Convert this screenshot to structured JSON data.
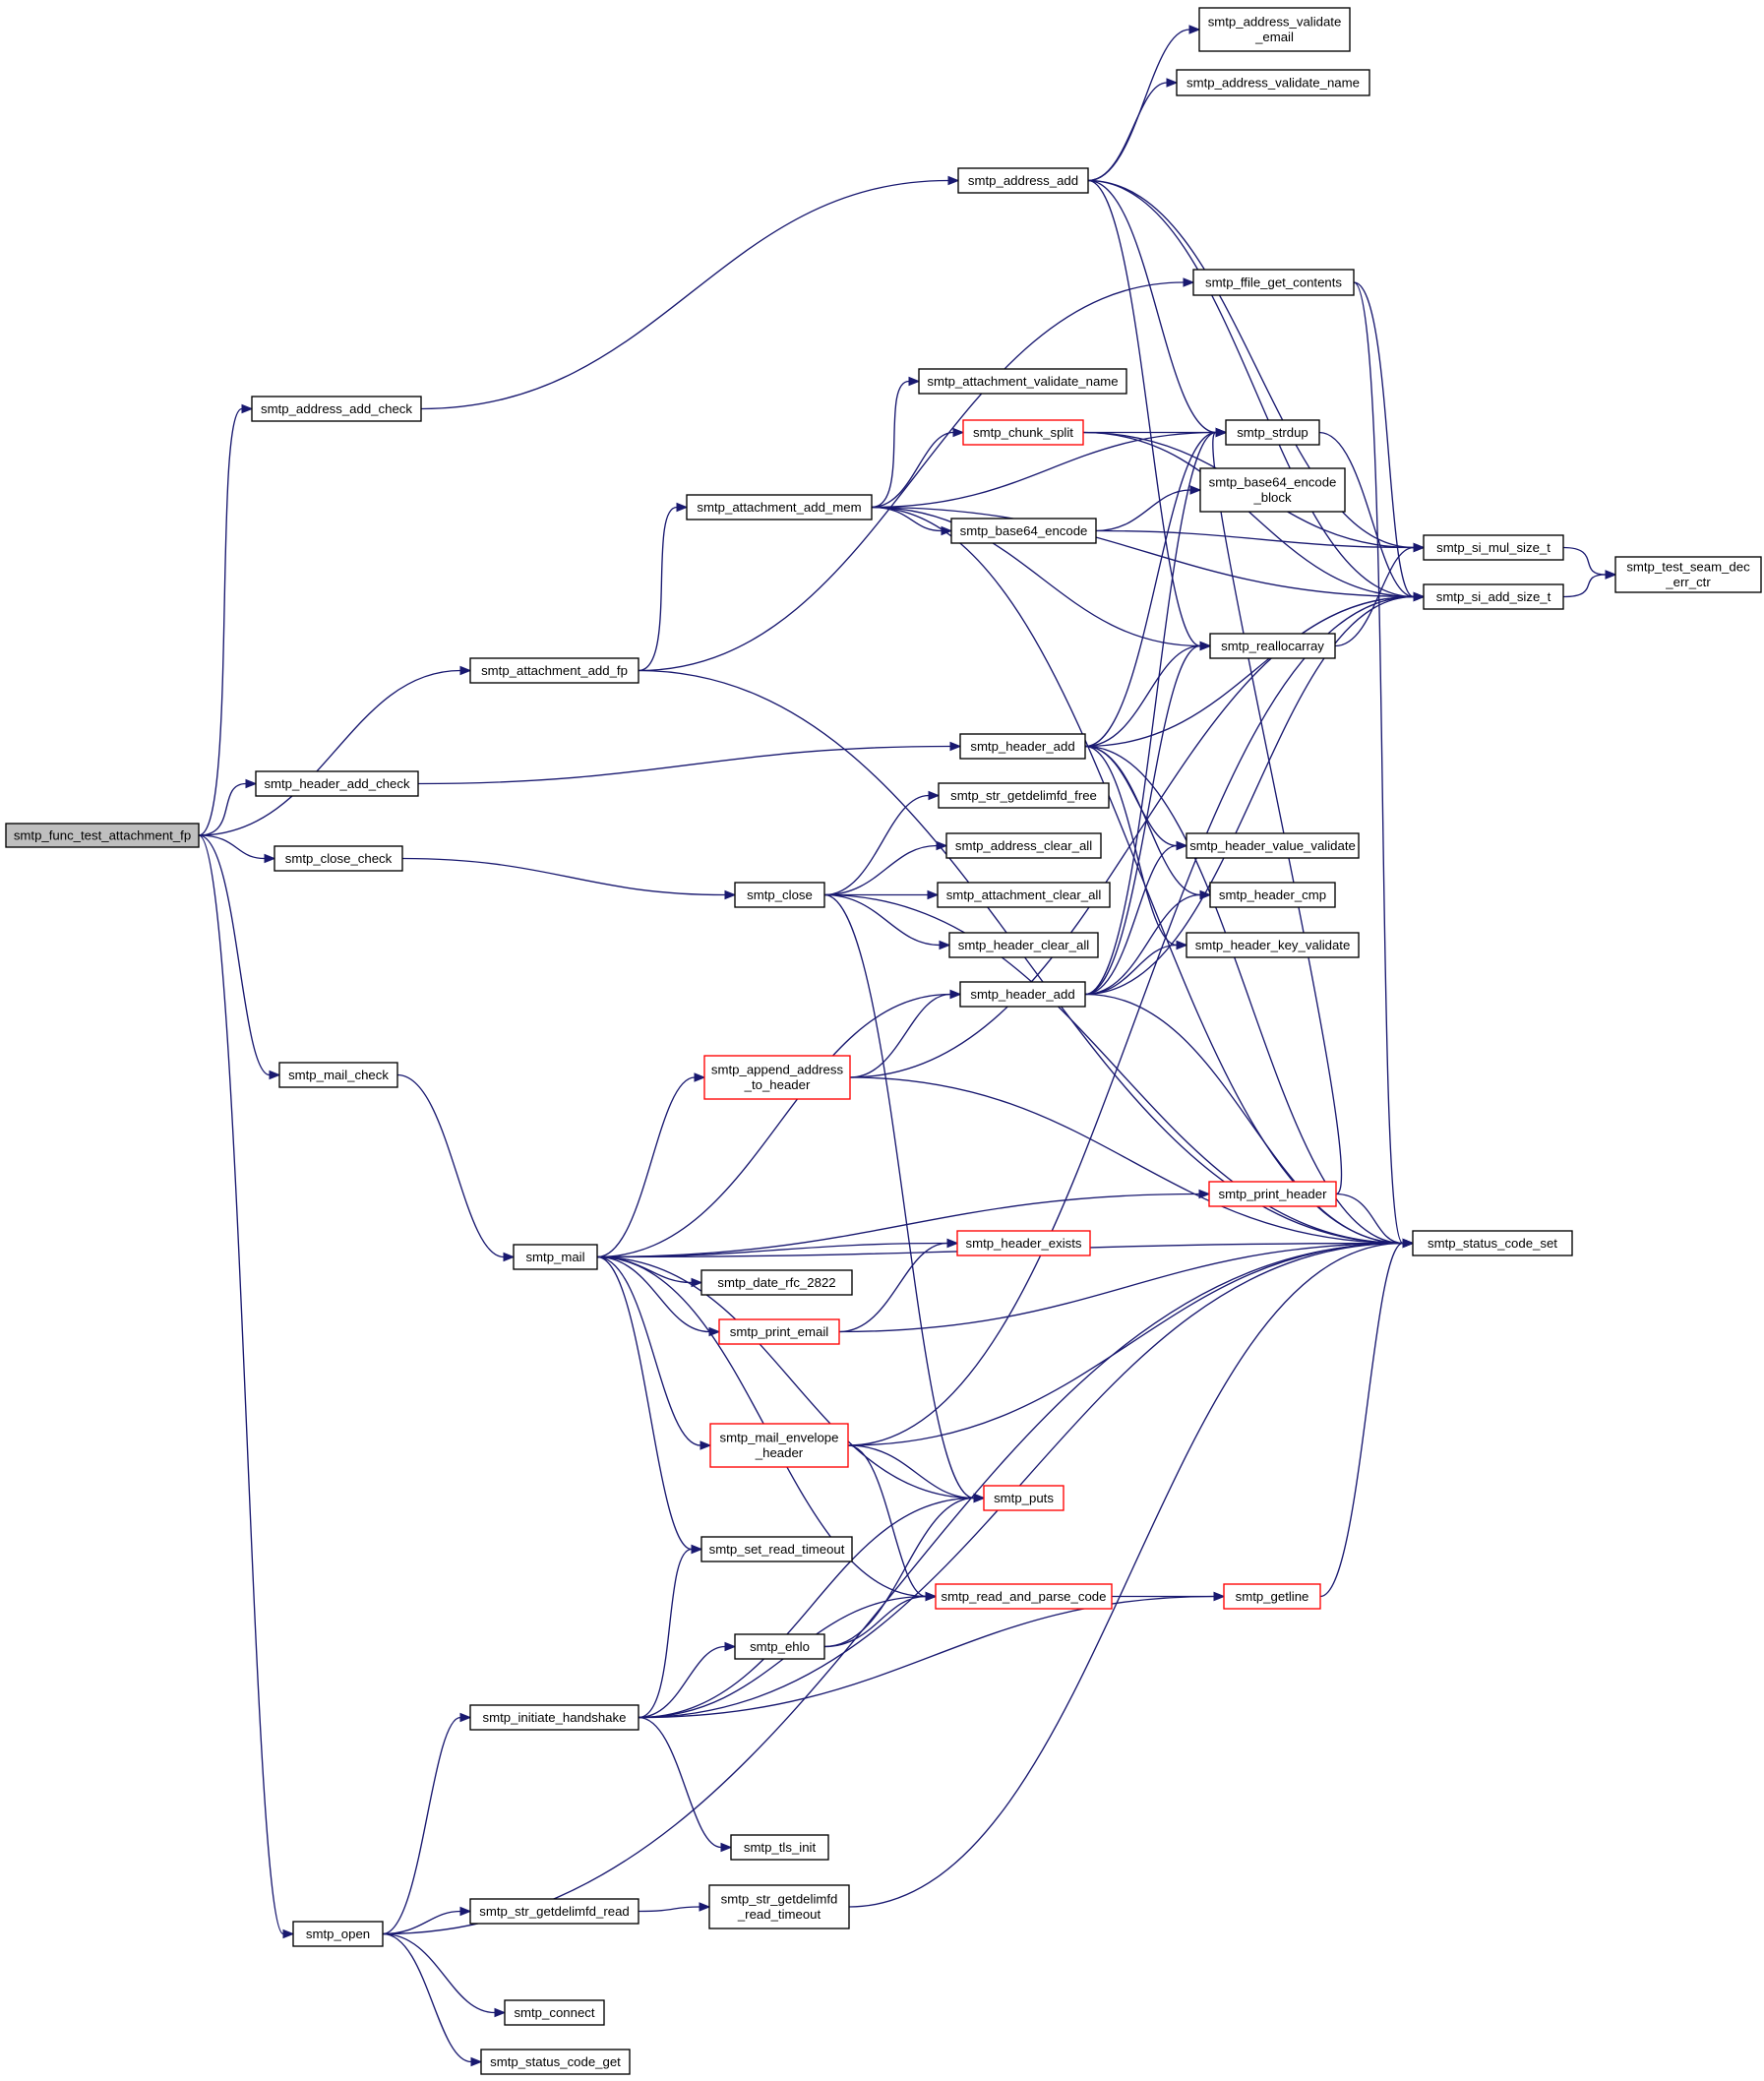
{
  "graph": {
    "colors": {
      "edge": "#191970",
      "root_fill": "#bfbfbf",
      "truncated_border": "#ff0000",
      "node_border": "#000000"
    },
    "nodes": [
      {
        "id": "func_test",
        "lines": [
          "smtp_func_test_attachment_fp"
        ],
        "root": true
      },
      {
        "id": "address_add_check",
        "lines": [
          "smtp_address_add_check"
        ]
      },
      {
        "id": "attachment_add_fp",
        "lines": [
          "smtp_attachment_add_fp"
        ]
      },
      {
        "id": "header_add_check",
        "lines": [
          "smtp_header_add_check"
        ]
      },
      {
        "id": "close_check",
        "lines": [
          "smtp_close_check"
        ]
      },
      {
        "id": "mail_check",
        "lines": [
          "smtp_mail_check"
        ]
      },
      {
        "id": "open",
        "lines": [
          "smtp_open"
        ]
      },
      {
        "id": "address_add",
        "lines": [
          "smtp_address_add"
        ]
      },
      {
        "id": "attachment_add_mem",
        "lines": [
          "smtp_attachment_add_mem"
        ]
      },
      {
        "id": "header_add_1",
        "lines": [
          "smtp_header_add"
        ]
      },
      {
        "id": "close",
        "lines": [
          "smtp_close"
        ]
      },
      {
        "id": "mail",
        "lines": [
          "smtp_mail"
        ]
      },
      {
        "id": "initiate_handshake",
        "lines": [
          "smtp_initiate_handshake"
        ]
      },
      {
        "id": "str_getdelimfd_read",
        "lines": [
          "smtp_str_getdelimfd_read"
        ]
      },
      {
        "id": "connect",
        "lines": [
          "smtp_connect"
        ]
      },
      {
        "id": "status_code_get",
        "lines": [
          "smtp_status_code_get"
        ]
      },
      {
        "id": "address_validate_email",
        "lines": [
          "smtp_address_validate",
          "_email"
        ]
      },
      {
        "id": "address_validate_name",
        "lines": [
          "smtp_address_validate_name"
        ]
      },
      {
        "id": "ffile_get_contents",
        "lines": [
          "smtp_ffile_get_contents"
        ]
      },
      {
        "id": "attachment_validate_name",
        "lines": [
          "smtp_attachment_validate_name"
        ]
      },
      {
        "id": "chunk_split",
        "lines": [
          "smtp_chunk_split"
        ],
        "truncated": true
      },
      {
        "id": "strdup",
        "lines": [
          "smtp_strdup"
        ]
      },
      {
        "id": "base64_encode_block",
        "lines": [
          "smtp_base64_encode",
          "_block"
        ]
      },
      {
        "id": "base64_encode",
        "lines": [
          "smtp_base64_encode"
        ]
      },
      {
        "id": "reallocarray",
        "lines": [
          "smtp_reallocarray"
        ]
      },
      {
        "id": "str_getdelimfd_free",
        "lines": [
          "smtp_str_getdelimfd_free"
        ]
      },
      {
        "id": "address_clear_all",
        "lines": [
          "smtp_address_clear_all"
        ]
      },
      {
        "id": "attachment_clear_all",
        "lines": [
          "smtp_attachment_clear_all"
        ]
      },
      {
        "id": "header_clear_all",
        "lines": [
          "smtp_header_clear_all"
        ]
      },
      {
        "id": "header_add_2",
        "lines": [
          "smtp_header_add"
        ]
      },
      {
        "id": "header_value_validate",
        "lines": [
          "smtp_header_value_validate"
        ]
      },
      {
        "id": "header_cmp",
        "lines": [
          "smtp_header_cmp"
        ]
      },
      {
        "id": "header_key_validate",
        "lines": [
          "smtp_header_key_validate"
        ]
      },
      {
        "id": "append_address_to_header",
        "lines": [
          "smtp_append_address",
          "_to_header"
        ],
        "truncated": true
      },
      {
        "id": "print_header",
        "lines": [
          "smtp_print_header"
        ],
        "truncated": true
      },
      {
        "id": "header_exists",
        "lines": [
          "smtp_header_exists"
        ],
        "truncated": true
      },
      {
        "id": "date_rfc_2822",
        "lines": [
          "smtp_date_rfc_2822"
        ]
      },
      {
        "id": "print_email",
        "lines": [
          "smtp_print_email"
        ],
        "truncated": true
      },
      {
        "id": "mail_envelope_header",
        "lines": [
          "smtp_mail_envelope",
          "_header"
        ],
        "truncated": true
      },
      {
        "id": "puts",
        "lines": [
          "smtp_puts"
        ],
        "truncated": true
      },
      {
        "id": "set_read_timeout",
        "lines": [
          "smtp_set_read_timeout"
        ]
      },
      {
        "id": "read_and_parse_code",
        "lines": [
          "smtp_read_and_parse_code"
        ],
        "truncated": true
      },
      {
        "id": "getline",
        "lines": [
          "smtp_getline"
        ],
        "truncated": true
      },
      {
        "id": "ehlo",
        "lines": [
          "smtp_ehlo"
        ]
      },
      {
        "id": "tls_init",
        "lines": [
          "smtp_tls_init"
        ]
      },
      {
        "id": "str_getdelimfd_read_timeout",
        "lines": [
          "smtp_str_getdelimfd",
          "_read_timeout"
        ]
      },
      {
        "id": "si_mul_size_t",
        "lines": [
          "smtp_si_mul_size_t"
        ]
      },
      {
        "id": "si_add_size_t",
        "lines": [
          "smtp_si_add_size_t"
        ]
      },
      {
        "id": "status_code_set",
        "lines": [
          "smtp_status_code_set"
        ]
      },
      {
        "id": "test_seam_dec_err_ctr",
        "lines": [
          "smtp_test_seam_dec",
          "_err_ctr"
        ]
      }
    ],
    "edges": [
      [
        "func_test",
        "address_add_check"
      ],
      [
        "func_test",
        "attachment_add_fp"
      ],
      [
        "func_test",
        "header_add_check"
      ],
      [
        "func_test",
        "close_check"
      ],
      [
        "func_test",
        "mail_check"
      ],
      [
        "func_test",
        "open"
      ],
      [
        "address_add_check",
        "address_add"
      ],
      [
        "attachment_add_fp",
        "attachment_add_mem"
      ],
      [
        "attachment_add_fp",
        "ffile_get_contents"
      ],
      [
        "attachment_add_fp",
        "status_code_set"
      ],
      [
        "header_add_check",
        "header_add_1"
      ],
      [
        "close_check",
        "close"
      ],
      [
        "mail_check",
        "mail"
      ],
      [
        "open",
        "initiate_handshake"
      ],
      [
        "open",
        "str_getdelimfd_read"
      ],
      [
        "open",
        "connect"
      ],
      [
        "open",
        "status_code_get"
      ],
      [
        "open",
        "status_code_set"
      ],
      [
        "address_add",
        "address_validate_email"
      ],
      [
        "address_add",
        "address_validate_name"
      ],
      [
        "address_add",
        "si_mul_size_t"
      ],
      [
        "address_add",
        "si_add_size_t"
      ],
      [
        "address_add",
        "strdup"
      ],
      [
        "address_add",
        "reallocarray"
      ],
      [
        "attachment_add_mem",
        "attachment_validate_name"
      ],
      [
        "attachment_add_mem",
        "chunk_split"
      ],
      [
        "attachment_add_mem",
        "strdup"
      ],
      [
        "attachment_add_mem",
        "base64_encode"
      ],
      [
        "attachment_add_mem",
        "reallocarray"
      ],
      [
        "attachment_add_mem",
        "si_add_size_t"
      ],
      [
        "attachment_add_mem",
        "status_code_set"
      ],
      [
        "chunk_split",
        "strdup"
      ],
      [
        "chunk_split",
        "si_mul_size_t"
      ],
      [
        "chunk_split",
        "si_add_size_t"
      ],
      [
        "strdup",
        "si_add_size_t"
      ],
      [
        "base64_encode",
        "base64_encode_block"
      ],
      [
        "base64_encode",
        "si_mul_size_t"
      ],
      [
        "ffile_get_contents",
        "si_add_size_t"
      ],
      [
        "ffile_get_contents",
        "status_code_set"
      ],
      [
        "reallocarray",
        "si_mul_size_t"
      ],
      [
        "si_mul_size_t",
        "test_seam_dec_err_ctr"
      ],
      [
        "si_add_size_t",
        "test_seam_dec_err_ctr"
      ],
      [
        "header_add_1",
        "strdup"
      ],
      [
        "header_add_1",
        "reallocarray"
      ],
      [
        "header_add_1",
        "si_add_size_t"
      ],
      [
        "header_add_1",
        "header_value_validate"
      ],
      [
        "header_add_1",
        "header_cmp"
      ],
      [
        "header_add_1",
        "header_key_validate"
      ],
      [
        "header_add_1",
        "status_code_set"
      ],
      [
        "close",
        "str_getdelimfd_free"
      ],
      [
        "close",
        "address_clear_all"
      ],
      [
        "close",
        "attachment_clear_all"
      ],
      [
        "close",
        "header_clear_all"
      ],
      [
        "close",
        "puts"
      ],
      [
        "close",
        "status_code_set"
      ],
      [
        "header_add_2",
        "strdup"
      ],
      [
        "header_add_2",
        "reallocarray"
      ],
      [
        "header_add_2",
        "header_value_validate"
      ],
      [
        "header_add_2",
        "header_cmp"
      ],
      [
        "header_add_2",
        "header_key_validate"
      ],
      [
        "header_add_2",
        "si_add_size_t"
      ],
      [
        "header_add_2",
        "status_code_set"
      ],
      [
        "mail",
        "header_add_2"
      ],
      [
        "mail",
        "append_address_to_header"
      ],
      [
        "mail",
        "print_header"
      ],
      [
        "mail",
        "header_exists"
      ],
      [
        "mail",
        "date_rfc_2822"
      ],
      [
        "mail",
        "print_email"
      ],
      [
        "mail",
        "mail_envelope_header"
      ],
      [
        "mail",
        "puts"
      ],
      [
        "mail",
        "set_read_timeout"
      ],
      [
        "mail",
        "read_and_parse_code"
      ],
      [
        "mail",
        "status_code_set"
      ],
      [
        "append_address_to_header",
        "header_add_2"
      ],
      [
        "append_address_to_header",
        "si_add_size_t"
      ],
      [
        "append_address_to_header",
        "status_code_set"
      ],
      [
        "print_header",
        "strdup"
      ],
      [
        "print_header",
        "status_code_set"
      ],
      [
        "print_email",
        "header_exists"
      ],
      [
        "print_email",
        "status_code_set"
      ],
      [
        "mail_envelope_header",
        "puts"
      ],
      [
        "mail_envelope_header",
        "read_and_parse_code"
      ],
      [
        "mail_envelope_header",
        "si_add_size_t"
      ],
      [
        "mail_envelope_header",
        "status_code_set"
      ],
      [
        "read_and_parse_code",
        "getline"
      ],
      [
        "getline",
        "status_code_set"
      ],
      [
        "initiate_handshake",
        "set_read_timeout"
      ],
      [
        "initiate_handshake",
        "puts"
      ],
      [
        "initiate_handshake",
        "ehlo"
      ],
      [
        "initiate_handshake",
        "read_and_parse_code"
      ],
      [
        "initiate_handshake",
        "getline"
      ],
      [
        "initiate_handshake",
        "tls_init"
      ],
      [
        "initiate_handshake",
        "status_code_set"
      ],
      [
        "ehlo",
        "puts"
      ],
      [
        "ehlo",
        "read_and_parse_code"
      ],
      [
        "str_getdelimfd_read",
        "str_getdelimfd_read_timeout"
      ],
      [
        "str_getdelimfd_read_timeout",
        "status_code_set"
      ]
    ]
  }
}
